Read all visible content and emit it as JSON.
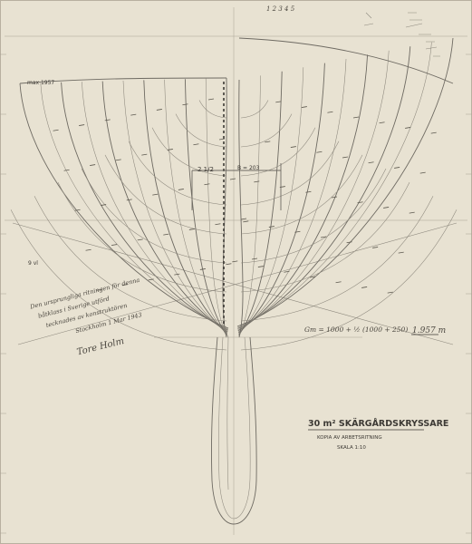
{
  "title_block": {
    "title": "30 m² SKÄRGÅRDSKRYSSARE",
    "subtitle": "KOPIA AV ARBETSRITNING",
    "scale": "SKALA 1:10"
  },
  "formula": {
    "expression": "Gm = 1000 + ½ (1000 + 250)",
    "result": "1.957 m"
  },
  "labels": {
    "b_dimension": "B = 203",
    "max_beam": "max 1957",
    "bow_label": "2 1/2",
    "top_corner_note": "1 2 3 4 5",
    "left_water_label": "9 vl"
  },
  "handwritten_note": {
    "text_lines": [
      "Den ursprungliga ritningen för denna",
      "båtklass i Sverige utförd",
      "tecknades av konstruktören",
      "Stockholm 1 Mar 1943"
    ],
    "signature": "Tore Holm"
  },
  "colors": {
    "paper": "#e8e2d2",
    "pencil": "#6e6a62",
    "ink": "#3d3a35"
  }
}
